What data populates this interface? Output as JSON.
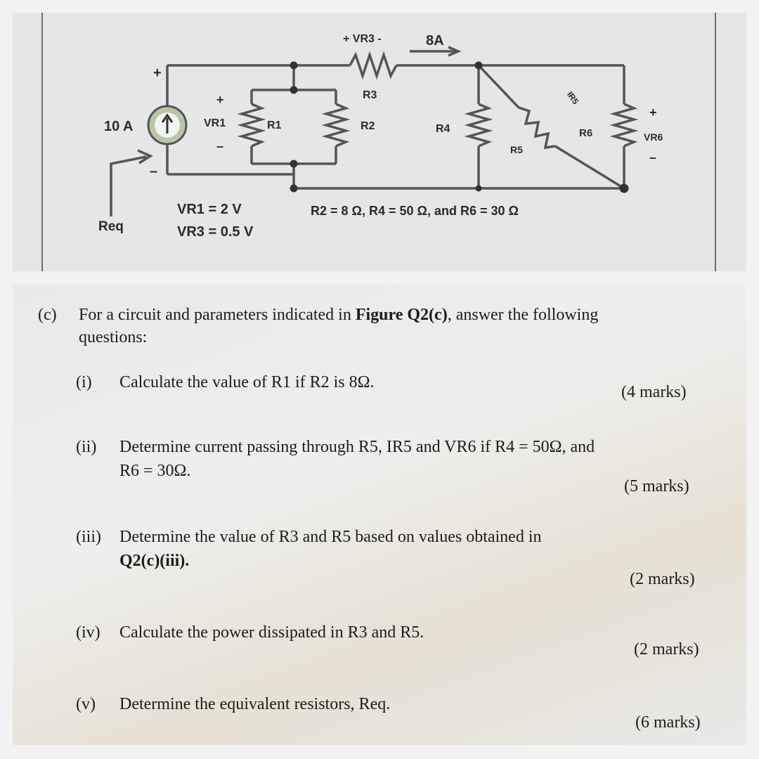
{
  "circuit": {
    "source_label": "10 A",
    "source_plus": "+",
    "source_minus": "–",
    "req_label": "Req",
    "vr1_plus": "+",
    "vr1_label": "VR1",
    "vr1_minus": "–",
    "r1_label": "R1",
    "vr3_label": "+ VR3 -",
    "current_label": "8A",
    "r3_label": "R3",
    "r2_label": "R2",
    "r4_label": "R4",
    "r5_label": "R5",
    "ir5_label": "IR5",
    "r6_label": "R6",
    "vr6_plus": "+",
    "vr6_label": "VR6",
    "vr6_minus": "–",
    "given_vr1": "VR1 = 2 V",
    "given_vr3": "VR3 = 0.5 V",
    "given_resistors": "R2 = 8 Ω, R4 = 50 Ω, and R6 = 30 Ω"
  },
  "questions": {
    "intro_num": "(c)",
    "intro_line1_a": "For a circuit and parameters indicated in ",
    "intro_line1_fig": "Figure Q2(c)",
    "intro_line1_b": ", answer the following",
    "intro_line2": "questions:",
    "items": [
      {
        "num": "(i)",
        "line1": "Calculate the value of R1 if R2 is 8Ω.",
        "marks": "(4 marks)"
      },
      {
        "num": "(ii)",
        "line1": "Determine current passing through R5, IR5 and VR6 if R4 = 50Ω, and",
        "line2": "R6 = 30Ω.",
        "marks": "(5 marks)"
      },
      {
        "num": "(iii)",
        "line1": "Determine the value of R3 and R5 based on values obtained in",
        "line2": "Q2(c)(iii).",
        "marks": "(2 marks)"
      },
      {
        "num": "(iv)",
        "line1": "Calculate the power dissipated in R3 and R5.",
        "marks": "(2 marks)"
      },
      {
        "num": "(v)",
        "line1": "Determine the equivalent resistors, Req.",
        "marks": "(6 marks)"
      }
    ]
  }
}
